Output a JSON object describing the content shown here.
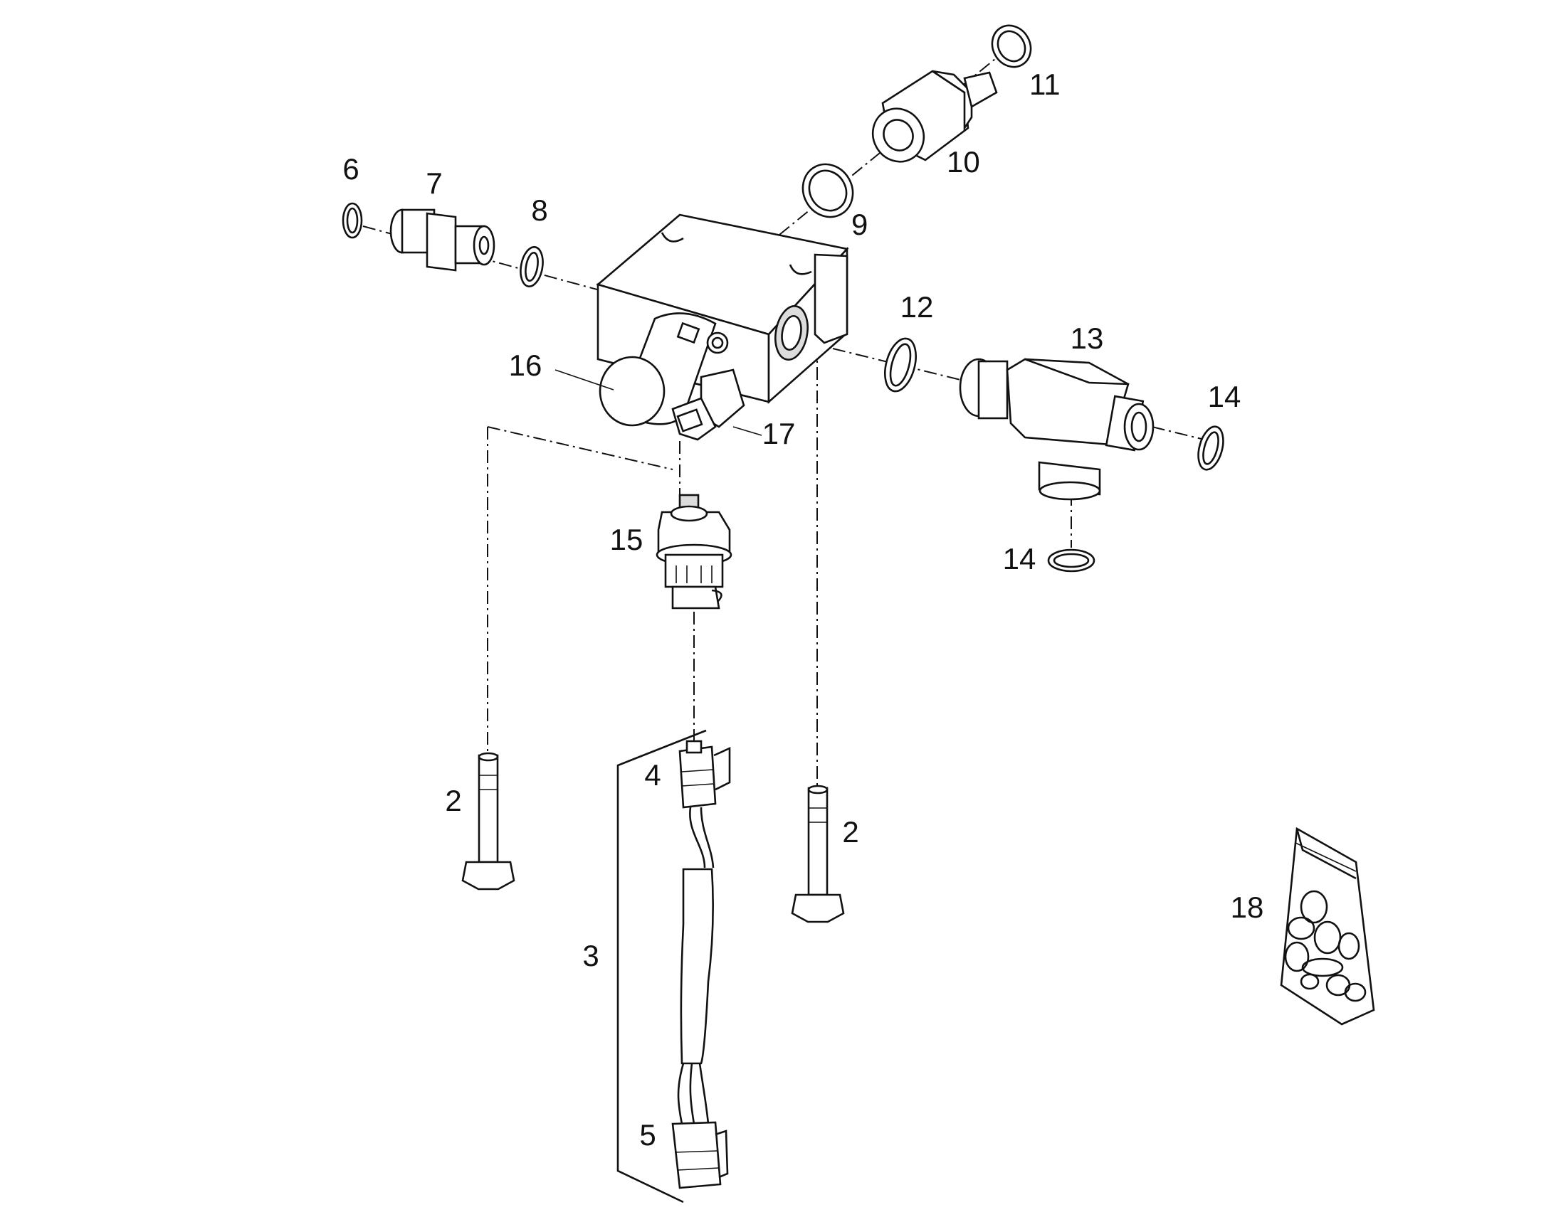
{
  "callouts": {
    "c6": "6",
    "c7": "7",
    "c8": "8",
    "c9": "9",
    "c10": "10",
    "c11": "11",
    "c12": "12",
    "c13": "13",
    "c14a": "14",
    "c14b": "14",
    "c15": "15",
    "c16": "16",
    "c17": "17",
    "c2a": "2",
    "c2b": "2",
    "c3": "3",
    "c4": "4",
    "c5": "5",
    "c18": "18"
  },
  "colors": {
    "line": "#111111",
    "part_fill": "#ffffff",
    "shade": "#dcdcdc"
  }
}
